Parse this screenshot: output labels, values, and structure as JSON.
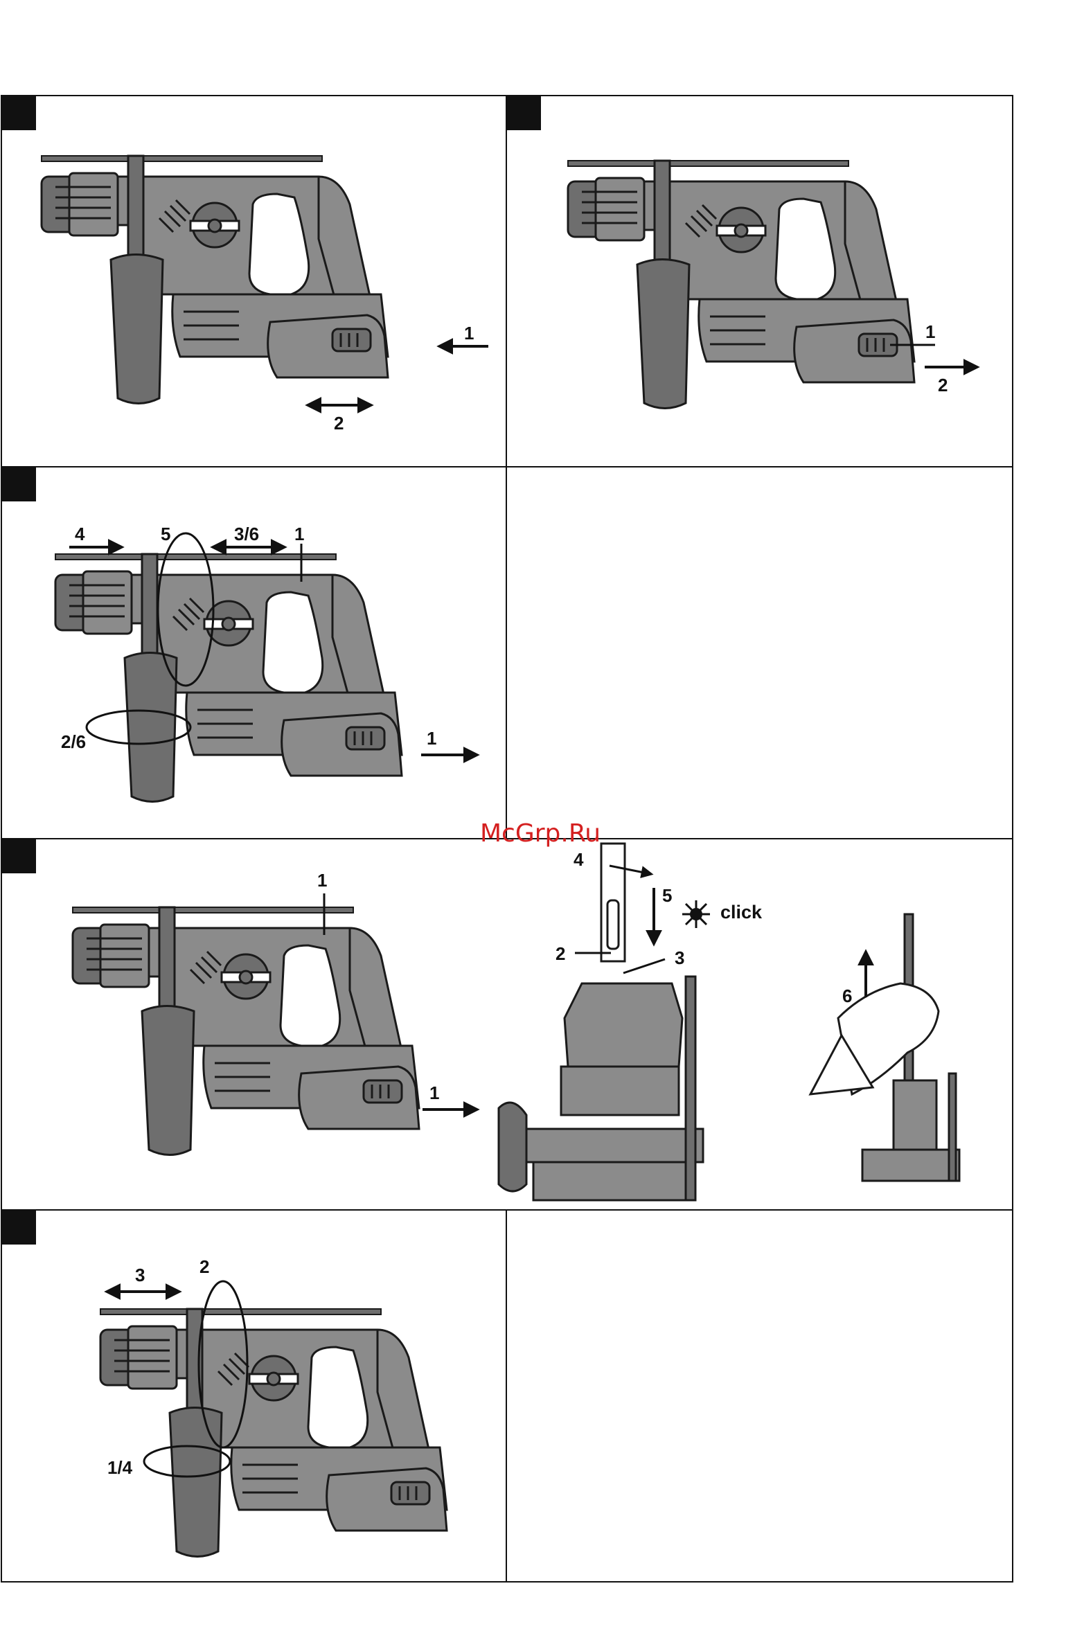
{
  "watermark": "McGrp.Ru",
  "figures": [
    {
      "id": "fig-1",
      "labels": [
        "1",
        "2"
      ]
    },
    {
      "id": "fig-2",
      "labels": [
        "1",
        "2"
      ]
    },
    {
      "id": "fig-3",
      "labels": [
        "4",
        "5",
        "3/6",
        "1",
        "2/6",
        "1"
      ]
    },
    {
      "id": "fig-5",
      "labels": [
        "1",
        "1",
        "4",
        "5",
        "2",
        "3",
        "6"
      ],
      "click": "click"
    },
    {
      "id": "fig-6",
      "labels": [
        "3",
        "2",
        "1/4"
      ]
    }
  ]
}
